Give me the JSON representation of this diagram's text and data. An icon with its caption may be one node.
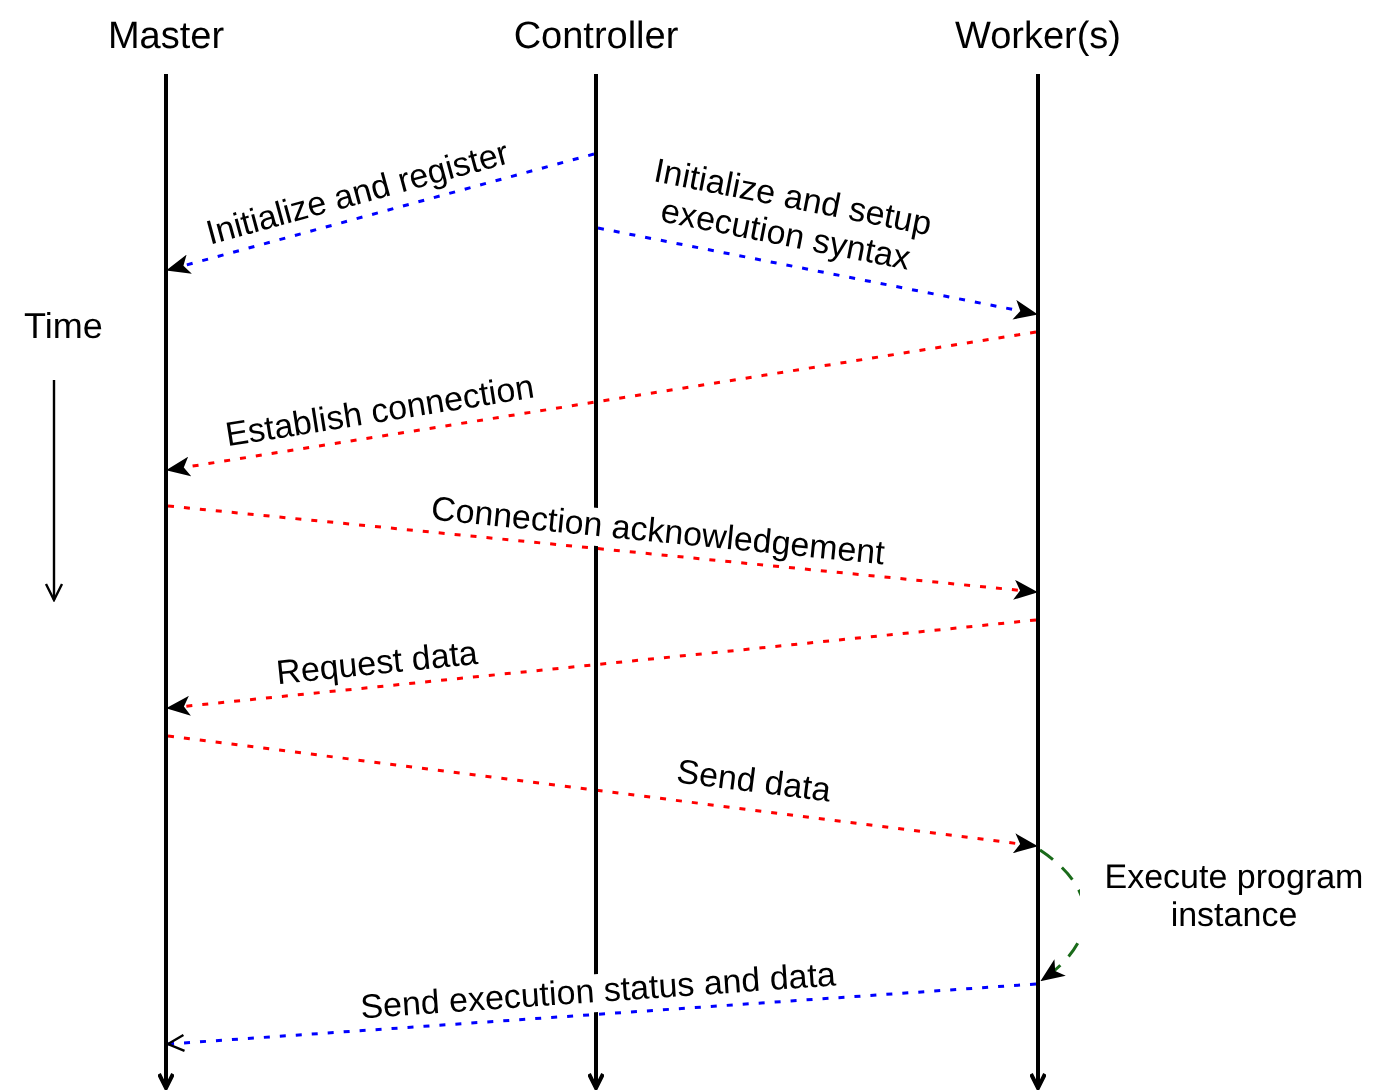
{
  "diagram": {
    "nodes": [
      {
        "text": [
          "Master"
        ]
      },
      {
        "text": [
          "Controller"
        ]
      },
      {
        "text": [
          "Worker(s)"
        ]
      },
      {
        "text": [],
        "shape": "arrow"
      },
      {
        "text": [],
        "shape": "arrow"
      },
      {
        "text": [],
        "shape": "arrow"
      }
    ],
    "edges": [
      {
        "from": 4,
        "to": 3,
        "arrow": "to",
        "label": "Initialize and register",
        "style": "dashed",
        "color": "#0000ff"
      },
      {
        "from": 4,
        "to": 5,
        "arrow": "to",
        "label": "Initialize and setup execution syntax",
        "style": "dashed",
        "color": "#0000ff"
      },
      {
        "from": 5,
        "to": 3,
        "arrow": "to",
        "label": "Establish connection",
        "style": "dashed"
      },
      {
        "from": 3,
        "to": 5,
        "arrow": "to",
        "label": "Connection acknowledgement",
        "style": "dashed"
      },
      {
        "from": 5,
        "to": 3,
        "arrow": "to",
        "label": "Request data",
        "style": "dashed"
      },
      {
        "from": 3,
        "to": 5,
        "arrow": "to",
        "label": "Send data",
        "style": "dashed"
      },
      {
        "from": 5,
        "to": 5,
        "arrow": "to",
        "label": "Execute program instance",
        "style": "dashed",
        "color": "#1a6b1a"
      },
      {
        "from": 5,
        "to": 3,
        "arrow": "to",
        "label": "Send execution status and data",
        "style": "dashed",
        "color": "#0000ff"
      }
    ],
    "labels": [
      "Time"
    ]
  }
}
